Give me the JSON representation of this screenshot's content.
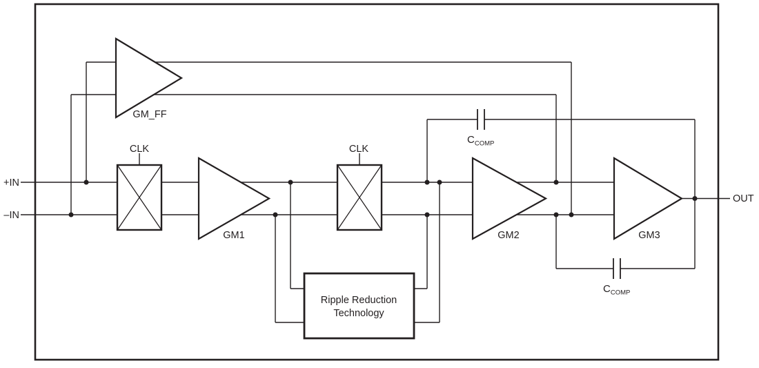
{
  "diagram": {
    "title_hint": "zero-drift amplifier internal block diagram",
    "background": "#ffffff",
    "line_color": "#231f20",
    "labels": {
      "input_pos": "+IN",
      "input_neg": "–IN",
      "output": "OUT",
      "clk1": "CLK",
      "clk2": "CLK",
      "gm_ff": "GM_FF",
      "gm1": "GM1",
      "gm2": "GM2",
      "gm3": "GM3",
      "ccomp_top_main": "C",
      "ccomp_top_sub": "COMP",
      "ccomp_bottom_main": "C",
      "ccomp_bottom_sub": "COMP",
      "ripple_line1": "Ripple Reduction",
      "ripple_line2": "Technology"
    }
  }
}
